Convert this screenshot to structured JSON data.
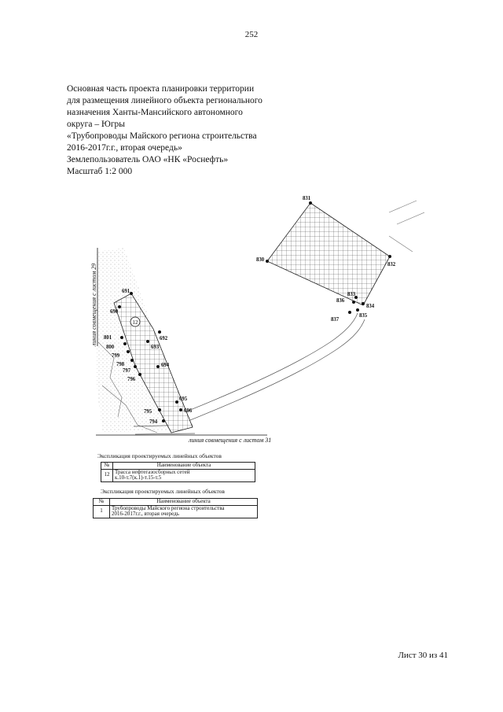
{
  "page_number": "252",
  "header_lines": [
    "Основная часть проекта планировки территории",
    "для размещения линейного объекта регионального",
    "назначения Ханты-Мансийского автономного",
    "округа – Югры",
    "«Трубопроводы Майского региона строительства",
    "2016-2017г.г., вторая очередь»",
    "Землепользователь ОАО «НК «Роснефть»",
    "Масштаб 1:2 000"
  ],
  "map": {
    "left_match_line": "линия совмещения с листом 29",
    "bottom_match_line": "линия совмещения с листом 31",
    "object_circle_label": "12",
    "points": [
      "831",
      "830",
      "832",
      "833",
      "836",
      "834",
      "837",
      "835",
      "691",
      "690",
      "801",
      "692",
      "800",
      "693",
      "799",
      "798",
      "694",
      "797",
      "796",
      "695",
      "795",
      "696",
      "794"
    ]
  },
  "table1": {
    "title": "Экспликация проектируемых линейных объектов",
    "col_no": "№",
    "col_name": "Наименование объекта",
    "rows": [
      {
        "no": "12",
        "name_line1": "Трасса нефтегазосборных сетей",
        "name_line2": "к.10-т.7(к.1)-т.15-т.5"
      }
    ]
  },
  "table2": {
    "title": "Экспликация проектируемых линейных объектов",
    "col_no": "№",
    "col_name": "Наименование объекта",
    "rows": [
      {
        "no": "1",
        "name_line1": "Трубопроводы Майского региона строительства",
        "name_line2": "2016-2017г.г., вторая очередь"
      }
    ]
  },
  "footer": "Лист 30 из 41"
}
